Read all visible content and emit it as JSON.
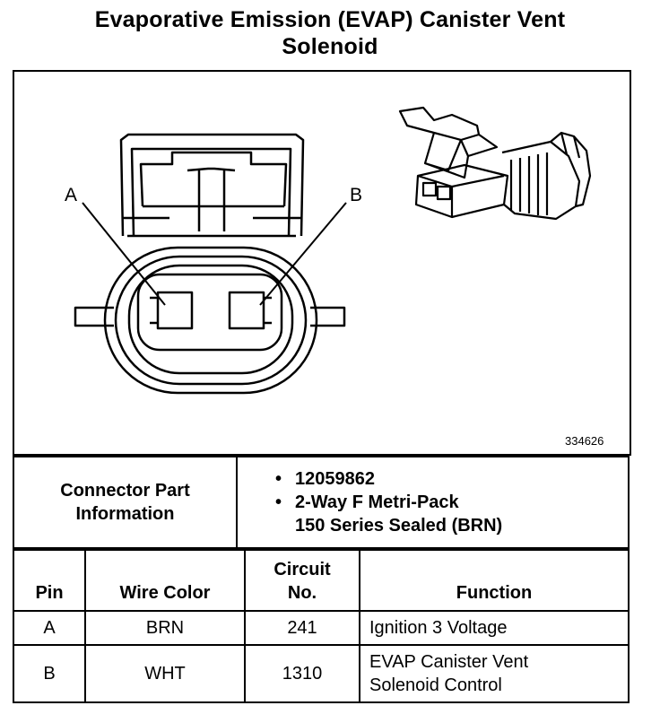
{
  "title": {
    "line1": "Evaporative Emission (EVAP) Canister Vent",
    "line2": "Solenoid"
  },
  "diagram": {
    "pin_label_a": "A",
    "pin_label_b": "B",
    "figure_number": "334626"
  },
  "connector_info": {
    "label_line1": "Connector Part",
    "label_line2": "Information",
    "part_number": "12059862",
    "description_line1": "2-Way F Metri-Pack",
    "description_line2": "150 Series Sealed (BRN)"
  },
  "pin_table": {
    "headers": {
      "pin": "Pin",
      "wire_color": "Wire Color",
      "circuit_line1": "Circuit",
      "circuit_line2": "No.",
      "function": "Function"
    },
    "rows": [
      {
        "pin": "A",
        "wire_color": "BRN",
        "circuit": "241",
        "function_line1": "Ignition 3 Voltage",
        "function_line2": ""
      },
      {
        "pin": "B",
        "wire_color": "WHT",
        "circuit": "1310",
        "function_line1": "EVAP Canister Vent",
        "function_line2": "Solenoid Control"
      }
    ]
  }
}
